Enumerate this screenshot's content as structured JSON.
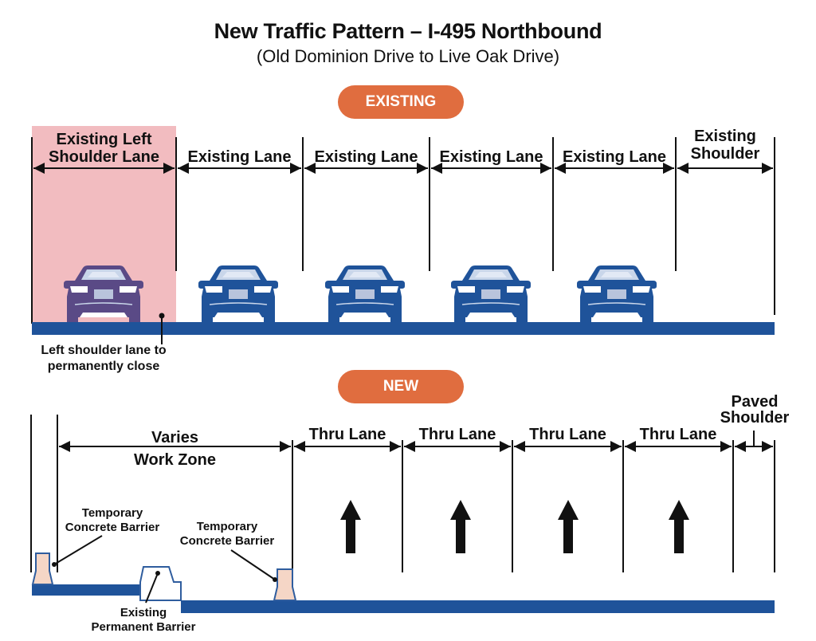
{
  "title": "New Traffic Pattern – I-495 Northbound",
  "subtitle": "(Old Dominion Drive to Live Oak Drive)",
  "colors": {
    "accent_pill": "#e06d3f",
    "road": "#1f539a",
    "car_existing": "#1f539a",
    "car_closing": "#5a4a86",
    "closing_zone": "#f2bcc0",
    "barrier_fill": "#f5d6c6",
    "barrier_stroke": "#2f5d9e"
  },
  "existing": {
    "badge": "EXISTING",
    "lanes": [
      {
        "label_line1": "Existing Left",
        "label_line2": "Shoulder Lane",
        "highlighted": true,
        "has_car": true
      },
      {
        "label_line1": "Existing Lane",
        "label_line2": "",
        "highlighted": false,
        "has_car": true
      },
      {
        "label_line1": "Existing Lane",
        "label_line2": "",
        "highlighted": false,
        "has_car": true
      },
      {
        "label_line1": "Existing Lane",
        "label_line2": "",
        "highlighted": false,
        "has_car": true
      },
      {
        "label_line1": "Existing Lane",
        "label_line2": "",
        "highlighted": false,
        "has_car": true
      },
      {
        "label_line1": "Existing",
        "label_line2": "Shoulder",
        "highlighted": false,
        "has_car": false
      }
    ],
    "note_line1": "Left shoulder lane to",
    "note_line2": "permanently close"
  },
  "new": {
    "badge": "NEW",
    "work_zone_top": "Varies",
    "work_zone_bottom": "Work Zone",
    "thru_lanes": [
      "Thru Lane",
      "Thru Lane",
      "Thru Lane",
      "Thru Lane"
    ],
    "paved_shoulder_line1": "Paved",
    "paved_shoulder_line2": "Shoulder",
    "temp_barrier_left_line1": "Temporary",
    "temp_barrier_left_line2": "Concrete Barrier",
    "temp_barrier_right_line1": "Temporary",
    "temp_barrier_right_line2": "Concrete Barrier",
    "perm_barrier_line1": "Existing",
    "perm_barrier_line2": "Permanent Barrier",
    "direction": "northbound-arrow"
  }
}
